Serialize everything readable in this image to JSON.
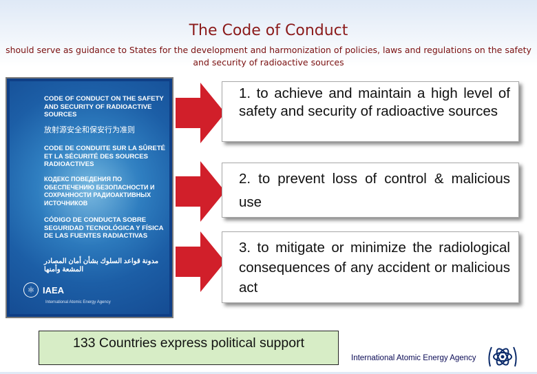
{
  "slide": {
    "title": "The Code of Conduct",
    "subtitle": "should serve as guidance to States for the development and harmonization of policies, laws and regulations on the safety and security of radioactive sources"
  },
  "cover": {
    "title_en": "CODE OF CONDUCT ON THE SAFETY AND SECURITY OF RADIOACTIVE SOURCES",
    "title_zh": "放射源安全和保安行为准则",
    "title_fr": "CODE DE CONDUITE SUR LA SÛRETÉ ET LA SÉCURITÉ DES SOURCES RADIOACTIVES",
    "title_ru": "КОДЕКС ПОВЕДЕНИЯ ПО ОБЕСПЕЧЕНИЮ БЕЗОПАСНОСТИ И СОХРАННОСТИ РАДИОАКТИВНЫХ ИСТОЧНИКОВ",
    "title_es": "CÓDIGO DE CONDUCTA SOBRE SEGURIDAD TECNOLÓGICA Y FÍSICA DE LAS FUENTES RADIACTIVAS",
    "title_ar": "مدونة قواعد السلوك بشأن أمان المصادر المشعة وأمنها",
    "logo_text": "IAEA",
    "logo_subtext": "International Atomic Energy Agency"
  },
  "goals": [
    {
      "text": "1. to achieve and maintain a high level of safety and security of radioactive sources"
    },
    {
      "text": "2. to prevent loss of control & malicious use"
    },
    {
      "text": "3. to mitigate or minimize the radiological consequences of any accident or malicious act"
    }
  ],
  "support_text": "133 Countries express political support",
  "footer_text": "International Atomic Energy Agency",
  "colors": {
    "title": "#8b1a1a",
    "arrow": "#d11f2a",
    "cover_blue": "#1c5ea6",
    "support_bg": "#d7edc6"
  }
}
